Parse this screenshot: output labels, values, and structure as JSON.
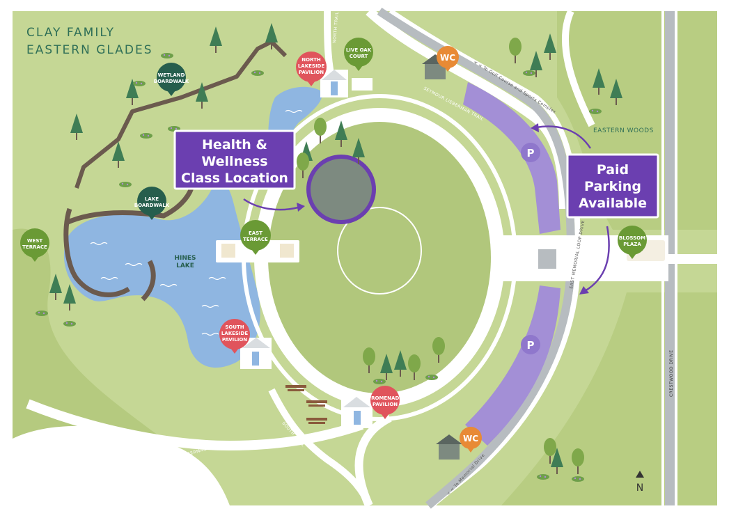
{
  "title_line1": "CLAY FAMILY",
  "title_line2": "EASTERN GLADES",
  "colors": {
    "grass": "#c5d795",
    "grass_dark": "#b1c77c",
    "path": "#ffffff",
    "water": "#8fb6e1",
    "parking": "#a38fd6",
    "road": "#b7bcc0",
    "boardwalk": "#6b5a4e",
    "callout": "#6b3fb0",
    "pin_green": "#6a9a35",
    "pin_dark": "#265e4d",
    "pin_red": "#e0545c",
    "pin_orange": "#e88a35"
  },
  "callouts": {
    "health": {
      "line1": "Health &",
      "line2": "Wellness",
      "line3": "Class Location"
    },
    "parking": {
      "line1": "Paid",
      "line2": "Parking",
      "line3": "Available"
    }
  },
  "pins": {
    "wetland_boardwalk": [
      "WETLAND",
      "BOARDWALK"
    ],
    "north_lakeside_pavilion": [
      "NORTH",
      "LAKESIDE",
      "PAVILION"
    ],
    "live_oak_court": [
      "LIVE OAK",
      "COURT"
    ],
    "lake_boardwalk": [
      "LAKE",
      "BOARDWALK"
    ],
    "west_terrace": [
      "WEST",
      "TERRACE"
    ],
    "east_terrace": [
      "EAST",
      "TERRACE"
    ],
    "hines_lake": [
      "HINES",
      "LAKE"
    ],
    "south_lakeside_pavilion": [
      "SOUTH",
      "LAKESIDE",
      "PAVILION"
    ],
    "promenade_pavilion": [
      "PROMENADE",
      "PAVILION"
    ],
    "blossom_plaza": [
      "BLOSSOM",
      "PLAZA"
    ],
    "wc": "WC",
    "parking_symbol": "P"
  },
  "area_labels": {
    "eastern_woods": "EASTERN WOODS"
  },
  "trail_labels": {
    "north_trail": "NORTH TRAIL",
    "seymour_lieberman_trail_ne": "SEYMOUR LIEBERMAN TRAIL",
    "seymour_lieberman_trail_sw": "SEYMOUR LIEBERMAN TRAIL",
    "south_trail": "SOUTH TRAIL",
    "to_golf_course": "< < To Golf Course and Sports Complex",
    "east_memorial_loop": "EAST MEMORIAL LOOP DRIVE",
    "to_memorial_drive": "< < To Memorial Drive",
    "crestwood_drive": "CRESTWOOD DRIVE"
  },
  "compass": "N"
}
